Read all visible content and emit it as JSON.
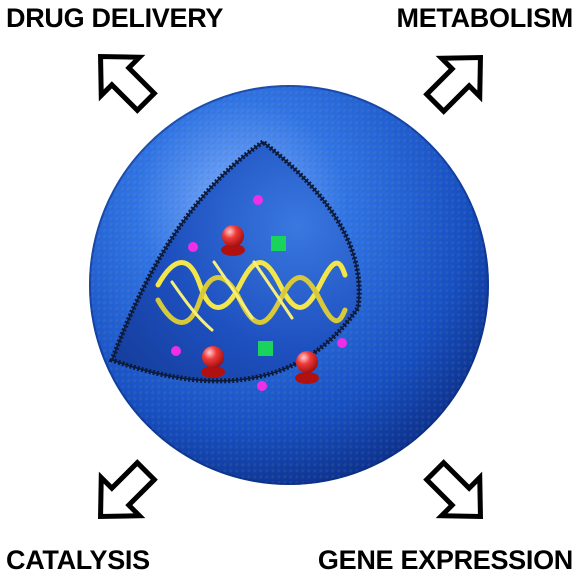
{
  "labels": {
    "top_left": "DRUG DELIVERY",
    "top_right": "METABOLISM",
    "bottom_left": "CATALYSIS",
    "bottom_right": "GENE EXPRESSION"
  },
  "colors": {
    "sphere_light": "#4f8ff0",
    "sphere_mid": "#1b5fd6",
    "sphere_dark": "#0b2f8a",
    "interior": "#1e4fbf",
    "membrane_edge": "#0d1b3a",
    "dna_strand": "#f2e64a",
    "protein_red": "#e01818",
    "metabolite_green": "#19d35a",
    "ion_magenta": "#ef2fe6",
    "arrow_stroke": "#000000",
    "arrow_fill": "#ffffff"
  },
  "icons": {
    "arrow": "hollow-arrow-icon",
    "protein": "protein-icon",
    "dna": "dna-helix-icon",
    "metabolite": "green-square-icon",
    "ion": "magenta-dot-icon"
  }
}
